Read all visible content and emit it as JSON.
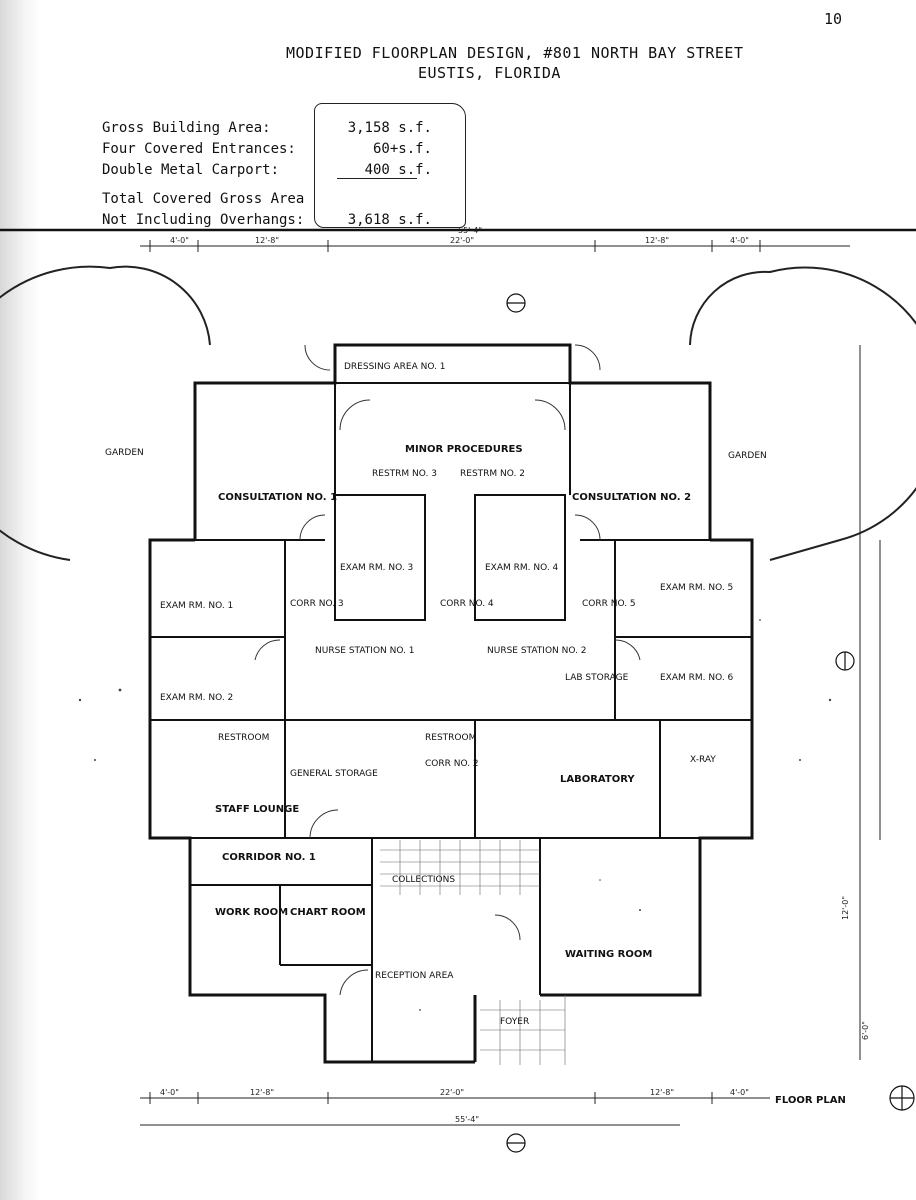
{
  "page_number": "10",
  "header": {
    "line1": "MODIFIED FLOORPLAN DESIGN, #801 NORTH BAY STREET",
    "line2": "EUSTIS,  FLORIDA"
  },
  "summary": {
    "rows": [
      {
        "label": "Gross Building Area:",
        "value": "3,158 s.f."
      },
      {
        "label": "Four Covered Entrances:",
        "value": "60+s.f."
      },
      {
        "label": "Double Metal Carport:",
        "value": "400 s.f."
      }
    ],
    "total_label_1": "Total Covered Gross Area",
    "total_label_2": "Not Including Overhangs:",
    "total_value": "3,618 s.f."
  },
  "rooms": {
    "dressing": "DRESSING AREA NO. 1",
    "minor_procedures": "MINOR PROCEDURES",
    "consultation_1": "CONSULTATION NO. 1",
    "consultation_2": "CONSULTATION NO. 2",
    "restroom_3": "RESTRM NO. 3",
    "restroom_2": "RESTRM NO. 2",
    "exam_3": "EXAM RM. NO. 3",
    "exam_4": "EXAM RM. NO. 4",
    "exam_1": "EXAM RM. NO. 1",
    "exam_2": "EXAM RM. NO. 2",
    "exam_5": "EXAM RM. NO. 5",
    "exam_6": "EXAM RM. NO. 6",
    "corr_3": "CORR NO. 3",
    "corr_4": "CORR NO. 4",
    "corr_5": "CORR NO. 5",
    "corr_2": "CORR NO. 2",
    "nurse_1": "NURSE STATION NO. 1",
    "nurse_2": "NURSE STATION NO. 2",
    "lab_storage": "LAB STORAGE",
    "restroom_1": "RESTROOM",
    "restroom_b": "RESTROOM",
    "general_storage": "GENERAL STORAGE",
    "staff_lounge": "STAFF LOUNGE",
    "laboratory": "LABORATORY",
    "x_ray": "X-RAY",
    "corridor_1": "CORRIDOR NO. 1",
    "collections": "COLLECTIONS",
    "work_room": "WORK ROOM",
    "chart_room": "CHART ROOM",
    "reception": "RECEPTION AREA",
    "waiting": "WAITING ROOM",
    "foyer": "FOYER",
    "garden_left": "GARDEN",
    "garden_right": "GARDEN",
    "floor_plan": "FLOOR PLAN"
  },
  "dimensions": {
    "top": [
      "4'-0\"",
      "12'-8\"",
      "22'-0\"",
      "12'-8\"",
      "4'-0\""
    ],
    "top_overall": "55'-4\"",
    "bottom": [
      "4'-0\"",
      "12'-8\"",
      "22'-0\"",
      "12'-8\"",
      "4'-0\""
    ],
    "bottom_overall": "55'-4\"",
    "right": [
      "12'-0\"",
      "6'-0\""
    ]
  }
}
